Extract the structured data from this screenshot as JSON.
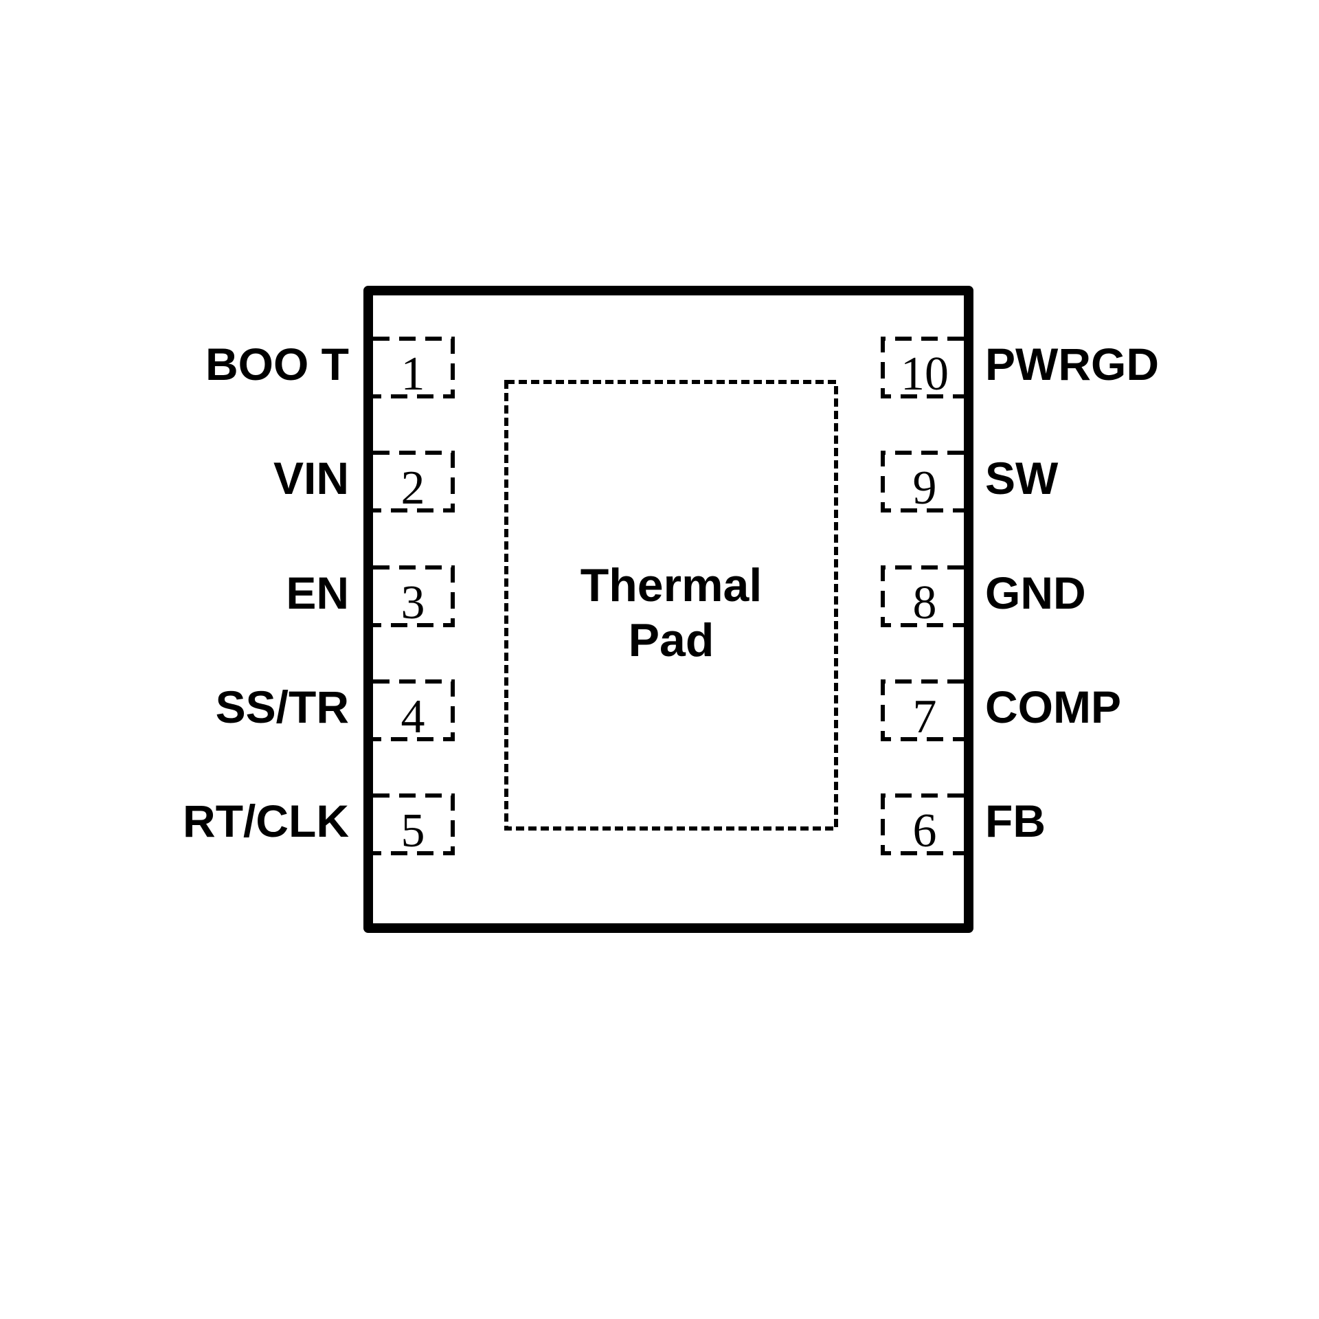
{
  "package": {
    "type": "10-pin package top view",
    "thermal_pad": {
      "line1": "Thermal",
      "line2": "Pad"
    },
    "colors": {
      "ink": "#000000",
      "background": "#ffffff"
    }
  },
  "pins_left": [
    {
      "number": "1",
      "name": "BOO T"
    },
    {
      "number": "2",
      "name": "VIN"
    },
    {
      "number": "3",
      "name": "EN"
    },
    {
      "number": "4",
      "name": "SS/TR"
    },
    {
      "number": "5",
      "name": "RT/CLK"
    }
  ],
  "pins_right": [
    {
      "number": "10",
      "name": "PWRGD"
    },
    {
      "number": "9",
      "name": "SW"
    },
    {
      "number": "8",
      "name": "GND"
    },
    {
      "number": "7",
      "name": "COMP"
    },
    {
      "number": "6",
      "name": "FB"
    }
  ]
}
